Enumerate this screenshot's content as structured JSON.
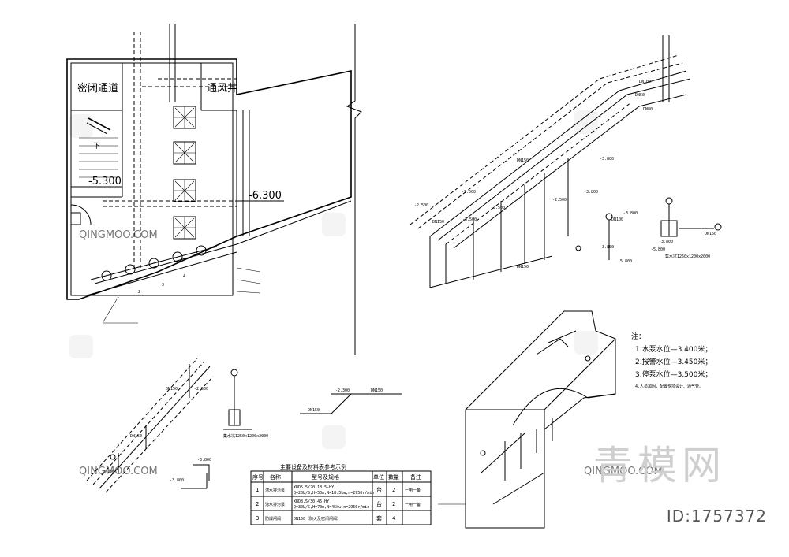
{
  "plan": {
    "room_airlock": "密闭通道",
    "room_vent_shaft": "通风井",
    "stair_down": "下",
    "elev_left": "-5.300",
    "elev_right": "-6.300",
    "marks": [
      "1",
      "2",
      "3",
      "4"
    ]
  },
  "iso_upper": {
    "pipe_labels": [
      "DN150",
      "DN100",
      "DN50",
      "DN80",
      "DN150",
      "DN150",
      "DN100",
      "DN150"
    ],
    "elevations": [
      "-3.800",
      "-3.800",
      "-2.500",
      "-3.500",
      "-3.500",
      "-2.500",
      "-2.500",
      "-3.800",
      "-3.800",
      "-3.800",
      "-5.800",
      "-5.800"
    ],
    "pump_detail": "集水坑1250x1200x2000"
  },
  "iso_lower_left": {
    "pipe_labels": [
      "DN150",
      "DN100",
      "DN150"
    ],
    "elevations": [
      "-2.500",
      "-3.800",
      "-3.800"
    ],
    "pump_detail": "集水坑1250x1200x2000"
  },
  "iso_middle": {
    "elevations": [
      "-2.300"
    ],
    "pipe_labels": [
      "DN150",
      "DN150"
    ]
  },
  "notes": {
    "title": "注：",
    "items": [
      "1.水泵水位—3.400米；",
      "2.报警水位—3.450米；",
      "3.停泵水位—3.500米；",
      "4.人员加固，配置专项设计、通气管。"
    ]
  },
  "table": {
    "title": "主要设备及材料表参考示例",
    "headers": [
      "序号",
      "名称",
      "型号及规格",
      "单位",
      "数量",
      "备注"
    ],
    "rows": [
      {
        "no": "1",
        "name": "潜水排污泵",
        "spec1": "XBD5.5/20-18.5-HY",
        "spec2": "Q=20L/S,H=50m,N=18.5kw,n=2950r/min",
        "unit": "台",
        "qty": "2",
        "remark": "一用一备"
      },
      {
        "no": "2",
        "name": "潜水排污泵",
        "spec1": "XBD8.5/30-45-HY",
        "spec2": "Q=30L/S,H=70m,N=45kw,n=2950r/min",
        "unit": "台",
        "qty": "2",
        "remark": "一用一备"
      },
      {
        "no": "3",
        "name": "防爆闸阀",
        "spec1": "DN150（防火及密闭闸阀）",
        "spec2": "",
        "unit": "套",
        "qty": "4",
        "remark": ""
      }
    ]
  },
  "watermark": {
    "brand_text": "青模网",
    "id_text": "ID:1757372",
    "site_text": "QINGMOO.COM"
  }
}
